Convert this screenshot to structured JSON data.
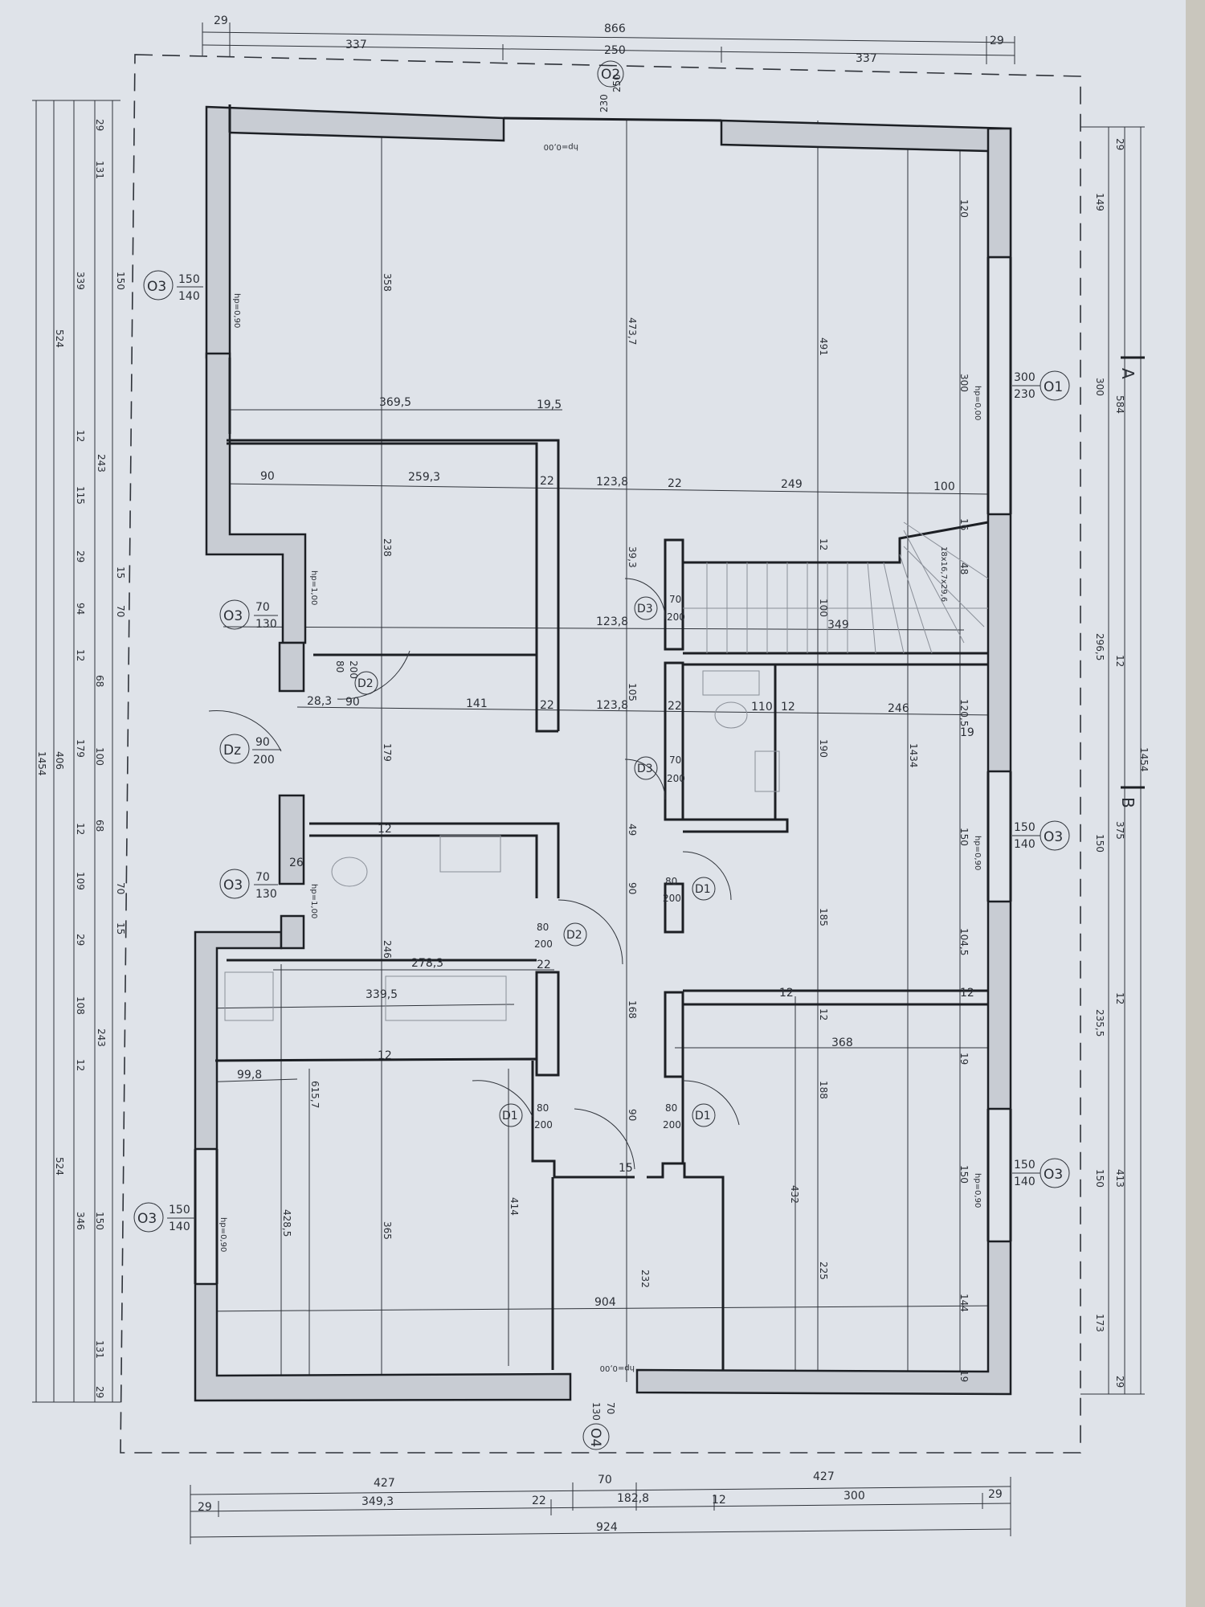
{
  "dimensions": {
    "top": [
      "29",
      "866",
      "337",
      "250",
      "337",
      "29"
    ],
    "bottom": [
      "427",
      "70",
      "427",
      "29",
      "349,3",
      "22",
      "182,8",
      "12",
      "300",
      "29",
      "924"
    ],
    "left": [
      "29",
      "131",
      "339",
      "150",
      "524",
      "12",
      "243",
      "115",
      "29",
      "15",
      "94",
      "70",
      "12",
      "68",
      "406",
      "179",
      "100",
      "68",
      "1454",
      "12",
      "109",
      "70",
      "15",
      "29",
      "108",
      "243",
      "12",
      "524",
      "346",
      "150",
      "131",
      "29"
    ],
    "right": [
      "29",
      "149",
      "300",
      "584",
      "296,5",
      "12",
      "1454",
      "375",
      "150",
      "235,5",
      "12",
      "413",
      "150",
      "173",
      "29"
    ],
    "interior": [
      "358",
      "473,7",
      "491",
      "120",
      "300",
      "369,5",
      "19,5",
      "90",
      "259,3",
      "22",
      "123,8",
      "22",
      "249",
      "100",
      "238",
      "39,3",
      "12",
      "16",
      "48",
      "123,8",
      "100",
      "349",
      "28,3",
      "90",
      "141",
      "22",
      "123,8",
      "22",
      "110",
      "12",
      "246",
      "105",
      "179",
      "120,5",
      "19",
      "190",
      "1434",
      "12",
      "49",
      "150",
      "26",
      "246",
      "90",
      "185",
      "278,3",
      "22",
      "104,5",
      "339,5",
      "168",
      "12",
      "368",
      "19",
      "99,8",
      "615,7",
      "188",
      "90",
      "428,5",
      "365",
      "414",
      "15",
      "432",
      "150",
      "232",
      "225",
      "904",
      "144",
      "19",
      "12",
      "12",
      "12"
    ]
  },
  "openings": [
    {
      "tag": "O2",
      "w": "250",
      "h": "230"
    },
    {
      "tag": "O3",
      "w": "150",
      "h": "140"
    },
    {
      "tag": "O1",
      "w": "300",
      "h": "230"
    },
    {
      "tag": "O3",
      "w": "70",
      "h": "130"
    },
    {
      "tag": "Dz",
      "w": "90",
      "h": "200"
    },
    {
      "tag": "O3",
      "w": "70",
      "h": "130"
    },
    {
      "tag": "O3",
      "w": "150",
      "h": "140"
    },
    {
      "tag": "O3",
      "w": "150",
      "h": "140"
    },
    {
      "tag": "O3",
      "w": "150",
      "h": "140"
    },
    {
      "tag": "O4",
      "w": "70",
      "h": "130"
    }
  ],
  "doors": [
    {
      "tag": "D3",
      "w": "70",
      "h": "200"
    },
    {
      "tag": "D2",
      "w": "80",
      "h": "200"
    },
    {
      "tag": "D3",
      "w": "70",
      "h": "200"
    },
    {
      "tag": "D1",
      "w": "80",
      "h": "200"
    },
    {
      "tag": "D2",
      "w": "80",
      "h": "200"
    },
    {
      "tag": "D1",
      "w": "80",
      "h": "200"
    },
    {
      "tag": "D1",
      "w": "80",
      "h": "200"
    }
  ],
  "sill_notes": [
    "hp=0,00",
    "hp=0,90",
    "hp=0,00",
    "hp=1,00",
    "hp=0,90",
    "hp=1,00",
    "hp=0,90",
    "hp=0,90",
    "hp=0,00"
  ],
  "sections": [
    "A",
    "B"
  ],
  "stair_note": "18x16,7x29,6"
}
